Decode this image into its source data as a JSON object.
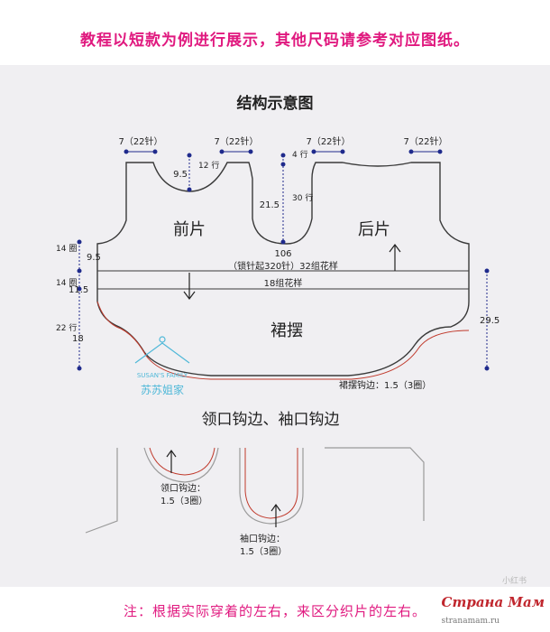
{
  "banner": {
    "text": "教程以短款为例进行展示，其他尺码请参考对应图纸。"
  },
  "structure": {
    "title": "结构示意图",
    "front_label": "前片",
    "back_label": "后片",
    "skirt_label": "裙摆",
    "top_dims": [
      "7（22针）",
      "7（22针）",
      "7（22针）",
      "7（22针）"
    ],
    "neck_depth": "9.5",
    "neck_rows": "12\n行",
    "center_top": "4\n行",
    "armhole_depth": "21.5",
    "armhole_rows": "30\n行",
    "width_total": "106",
    "cast_on": "（锁针起320针）32组花样",
    "mid_pattern": "18组花样",
    "left_dim1": "9.5",
    "left_rows1": "14\n圈",
    "left_dim2": "11.5",
    "left_rows2": "14\n圈",
    "left_dim3": "18",
    "left_rows3": "22\n行",
    "right_dim": "29.5",
    "hem_edge": "裙摆钩边：1.5（3圈）",
    "brand_en": "SUSAN'S FAMILY",
    "brand_cn": "苏苏姐家"
  },
  "edging": {
    "title": "领口钩边、袖口钩边",
    "neck_edge_label": "领口钩边：",
    "neck_edge_value": "1.5（3圈）",
    "sleeve_edge_label": "袖口钩边：",
    "sleeve_edge_value": "1.5（3圈）",
    "badge": "小红书"
  },
  "footer": {
    "note": "注：根据实际穿着的左右，来区分织片的左右。"
  },
  "watermark": {
    "text": "Страна Мам",
    "sub": "stranamam.ru"
  },
  "colors": {
    "accent": "#e0197f",
    "dim_blue": "#1f2a8c",
    "hem_red": "#c0392b",
    "brand_cyan": "#4fb8d8"
  }
}
